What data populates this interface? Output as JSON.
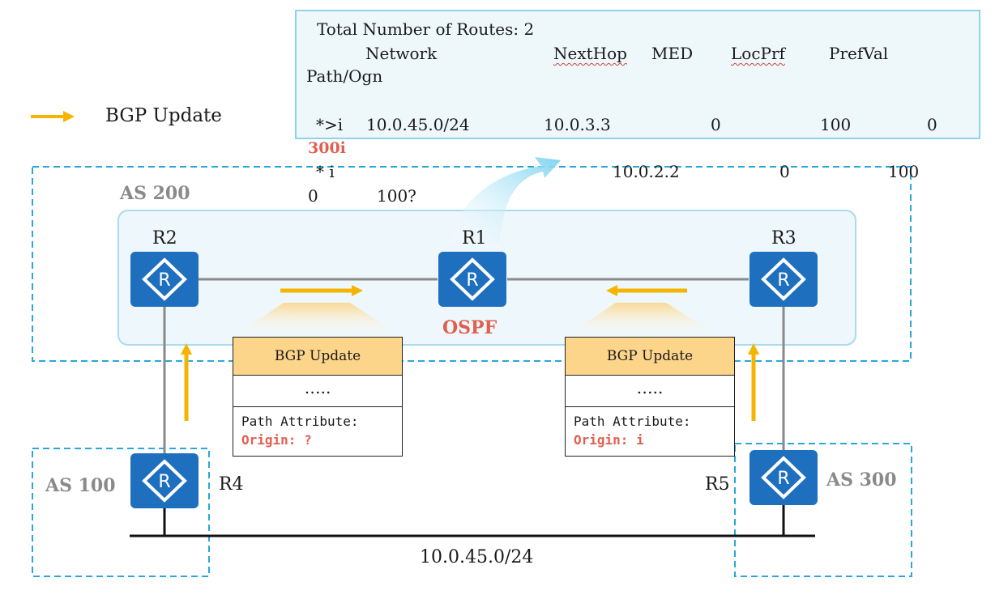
{
  "route_table": {
    "total_line": "Total Number of Routes: 2",
    "headers": {
      "network": "Network",
      "nexthop": "NextHop",
      "med": "MED",
      "locprf": "LocPrf",
      "prefval": "PrefVal",
      "path": "Path/Ogn"
    },
    "route1": {
      "status": "*>i",
      "network": "10.0.45.0/24",
      "nexthop": "10.0.3.3",
      "med": "0",
      "locprf": "100",
      "prefval": "0",
      "path": "300i"
    },
    "route2": {
      "status": "* i",
      "nexthop": "10.0.2.2",
      "med": "0",
      "locprf": "100",
      "prefval": "0",
      "path": "100?"
    }
  },
  "legend": {
    "label": "BGP Update",
    "color": "#f5b400"
  },
  "as_labels": {
    "as200": "AS 200",
    "as100": "AS 100",
    "as300": "AS 300"
  },
  "routers": {
    "r1": "R1",
    "r2": "R2",
    "r3": "R3",
    "r4": "R4",
    "r5": "R5",
    "icon_letter": "R"
  },
  "ospf_label": "OSPF",
  "updates": {
    "left": {
      "title": "BGP Update",
      "dots": "…..",
      "attr_label": "Path Attribute:",
      "origin": "Origin: ?"
    },
    "right": {
      "title": "BGP Update",
      "dots": "…..",
      "attr_label": "Path Attribute:",
      "origin": "Origin: i"
    }
  },
  "network_label": "10.0.45.0/24",
  "colors": {
    "router": "#1f6fbf",
    "arrow": "#f5b400",
    "dashed": "#29a8d8",
    "highlight": "#e06050"
  }
}
